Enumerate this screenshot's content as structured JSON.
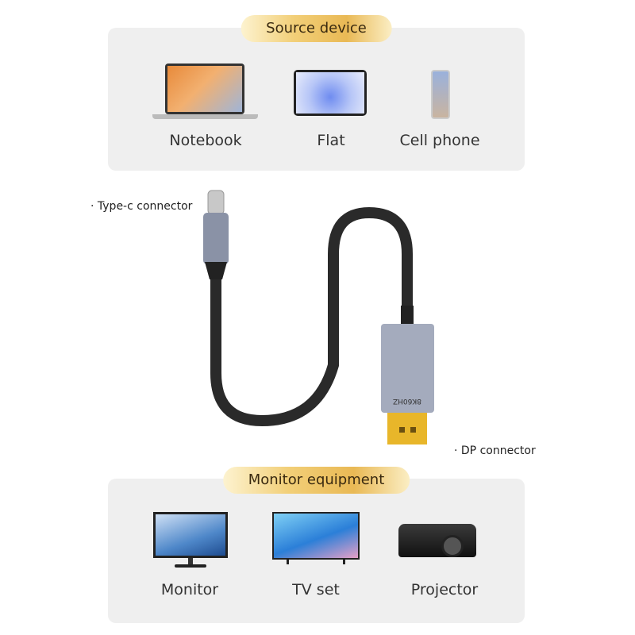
{
  "source": {
    "title": "Source device",
    "items": [
      {
        "label": "Notebook",
        "icon": "laptop-icon"
      },
      {
        "label": "Flat",
        "icon": "tablet-icon"
      },
      {
        "label": "Cell phone",
        "icon": "phone-icon"
      }
    ]
  },
  "monitor": {
    "title": "Monitor equipment",
    "items": [
      {
        "label": "Monitor",
        "icon": "monitor-icon"
      },
      {
        "label": "TV set",
        "icon": "tv-icon"
      },
      {
        "label": "Projector",
        "icon": "projector-icon"
      }
    ]
  },
  "callouts": {
    "typec": "· Type-c connector",
    "dp": "· DP connector"
  },
  "cable": {
    "marking": "8K60HZ"
  }
}
